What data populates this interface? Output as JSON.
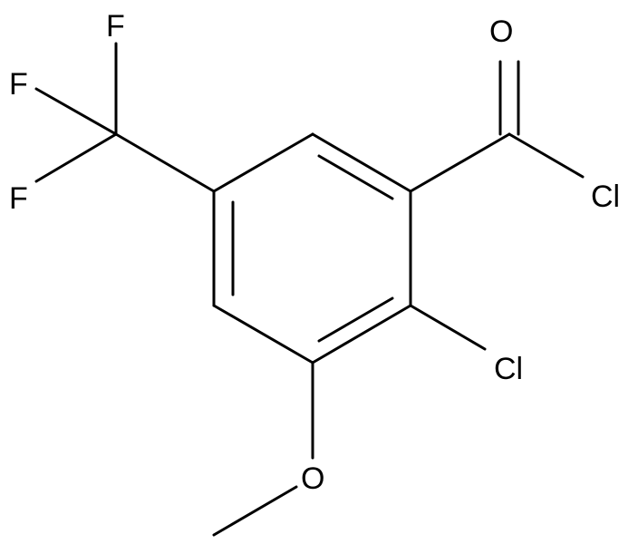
{
  "molecule": {
    "atoms": {
      "o_carbonyl": "O",
      "cl_acyl": "Cl",
      "cl_ring": "Cl",
      "o_methoxy": "O",
      "f_top": "F",
      "f_left": "F",
      "f_bottom": "F"
    }
  }
}
